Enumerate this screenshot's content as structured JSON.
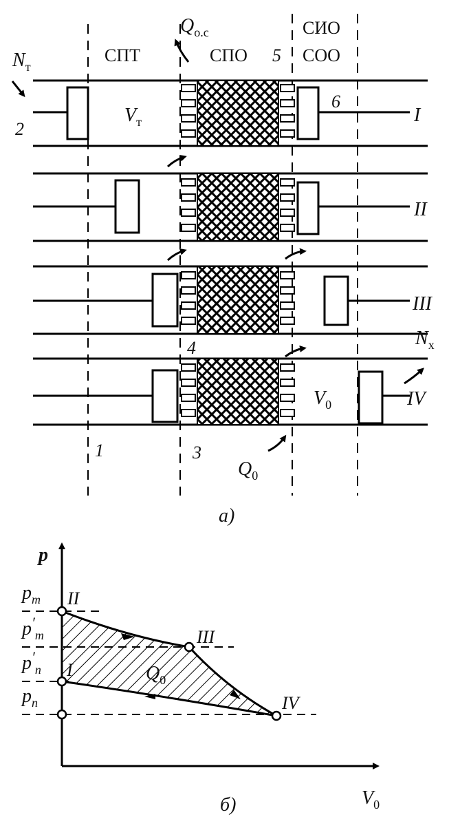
{
  "part_a": {
    "zone_labels": {
      "spt": "СПТ",
      "spo": "СПО",
      "sio": "СИО",
      "soo": "СОО"
    },
    "numbers": {
      "n1": "1",
      "n2": "2",
      "n3": "3",
      "n4": "4",
      "n5": "5",
      "n6": "6"
    },
    "heat_top": {
      "main": "Q",
      "sub": "о.с"
    },
    "heat_bottom": {
      "main": "Q",
      "sub": "0"
    },
    "power_t": {
      "main": "N",
      "sub": "т"
    },
    "power_x": {
      "main": "N",
      "sub": "x"
    },
    "volume_t": {
      "main": "V",
      "sub": "т"
    },
    "volume_0": {
      "main": "V",
      "sub": "0"
    },
    "rows": [
      "I",
      "II",
      "III",
      "IV"
    ],
    "caption": "а)"
  },
  "part_b": {
    "axis_y": "p",
    "axis_x": {
      "main": "V",
      "sub": "0"
    },
    "pressure_labels": [
      {
        "main": "p",
        "sub": "m",
        "prime": ""
      },
      {
        "main": "p",
        "sub": "m",
        "prime": "′"
      },
      {
        "main": "p",
        "sub": "n",
        "prime": "′"
      },
      {
        "main": "p",
        "sub": "n",
        "prime": ""
      }
    ],
    "points": [
      "II",
      "III",
      "I",
      "IV"
    ],
    "area_label": {
      "main": "Q",
      "sub": "0"
    },
    "caption": "б)"
  }
}
